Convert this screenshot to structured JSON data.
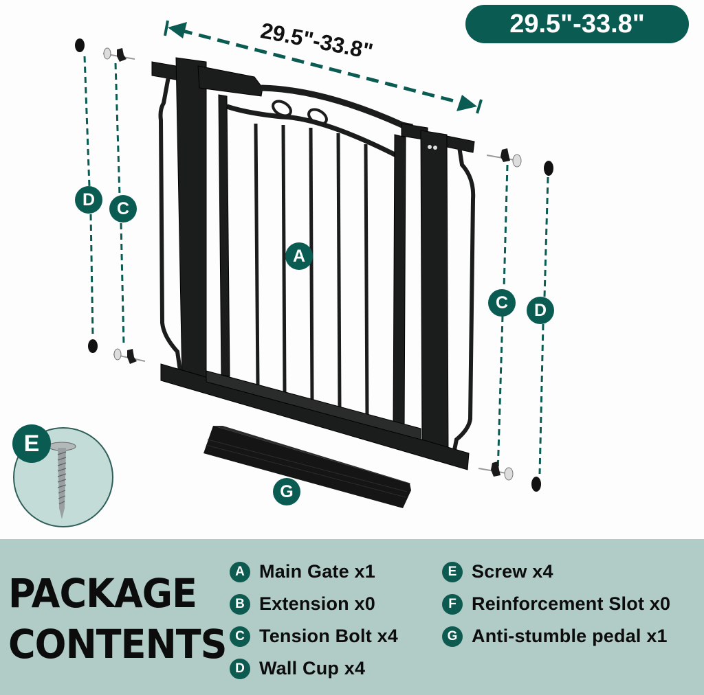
{
  "header": {
    "size_range_badge": "29.5\"-33.8\"",
    "dimension_label": "29.5\"-33.8\""
  },
  "callouts": {
    "main_gate": "A",
    "wall_cup_left": "D",
    "tension_bolt_left": "C",
    "tension_bolt_right": "C",
    "wall_cup_right": "D",
    "screw": "E",
    "pedal": "G"
  },
  "colors": {
    "accent_green": "#0a5c52",
    "panel_background": "#b1cbc6",
    "screw_circle_fill": "#c3dcd8",
    "gate_metal": "#1b1c1c",
    "page_background": "#fdfdfd"
  },
  "package_contents": {
    "title_line1": "PACKAGE",
    "title_line2": "CONTENTS",
    "items": [
      {
        "letter": "A",
        "label": "Main Gate x1"
      },
      {
        "letter": "B",
        "label": "Extension x0"
      },
      {
        "letter": "C",
        "label": "Tension Bolt x4"
      },
      {
        "letter": "D",
        "label": "Wall Cup x4"
      },
      {
        "letter": "E",
        "label": "Screw x4"
      },
      {
        "letter": "F",
        "label": "Reinforcement Slot x0"
      },
      {
        "letter": "G",
        "label": "Anti-stumble pedal x1"
      }
    ]
  }
}
